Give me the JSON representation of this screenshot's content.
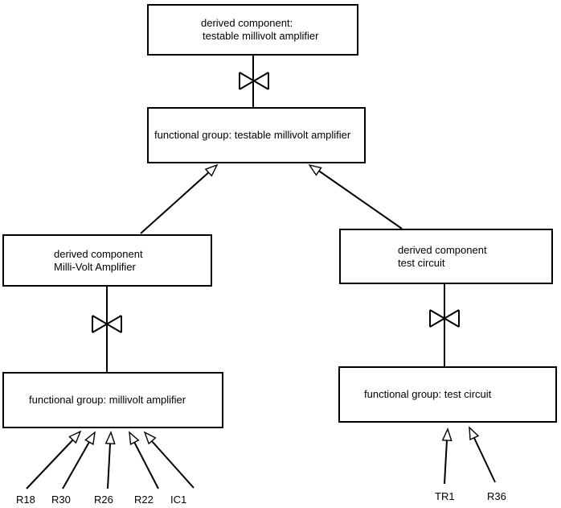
{
  "diagram": {
    "background_color": "#ffffff",
    "line_color": "#000000",
    "text_color": "#000000",
    "icons": {
      "decomposition": "bowtie-icon",
      "refinement": "open-arrowhead-icon"
    },
    "nodes": {
      "derived_testable": {
        "line1": "derived component:",
        "line2": "testable millivolt amplifier"
      },
      "fg_testable": {
        "label": "functional group: testable millivolt amplifier"
      },
      "derived_millivolt": {
        "line1": "derived component",
        "line2": "Milli-Volt Amplifier"
      },
      "fg_millivolt": {
        "label": "functional group: millivolt amplifier"
      },
      "derived_testcircuit": {
        "line1": "derived component",
        "line2": "test circuit"
      },
      "fg_testcircuit": {
        "label": "functional group: test circuit"
      }
    },
    "component_labels": [
      "R18",
      "R30",
      "R26",
      "R22",
      "IC1",
      "TR1",
      "R36"
    ]
  }
}
